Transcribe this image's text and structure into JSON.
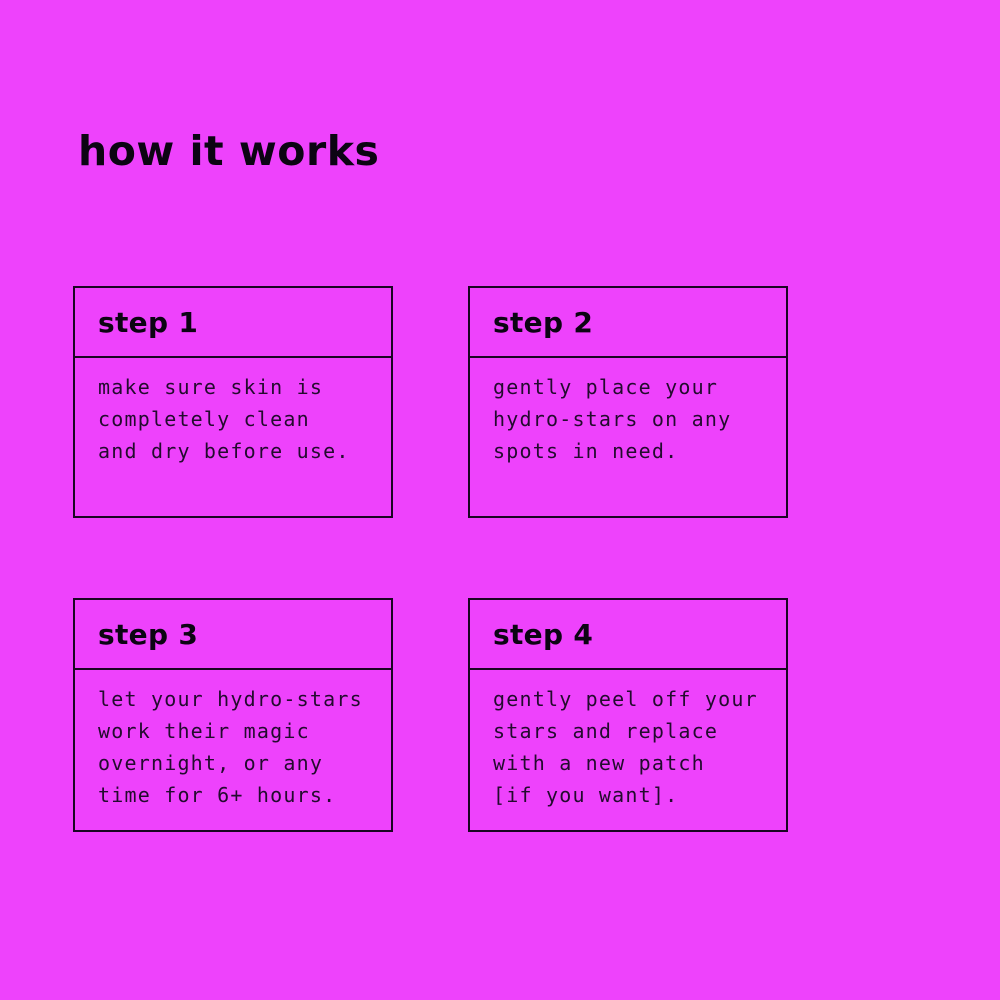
{
  "page": {
    "title": "how it works",
    "colors": {
      "background": "#ee42fc",
      "heading_text": "#0c0413",
      "body_text": "#230b2e",
      "border": "#190522"
    }
  },
  "steps": [
    {
      "label": "step 1",
      "body": "make sure skin is\ncompletely clean\nand dry before use."
    },
    {
      "label": "step 2",
      "body": "gently place your\nhydro-stars on any\nspots in need."
    },
    {
      "label": "step 3",
      "body": "let your hydro-stars\nwork their magic\novernight, or any\ntime for 6+ hours."
    },
    {
      "label": "step 4",
      "body": "gently peel off your\nstars and replace\nwith a new patch\n[if you want]."
    }
  ]
}
